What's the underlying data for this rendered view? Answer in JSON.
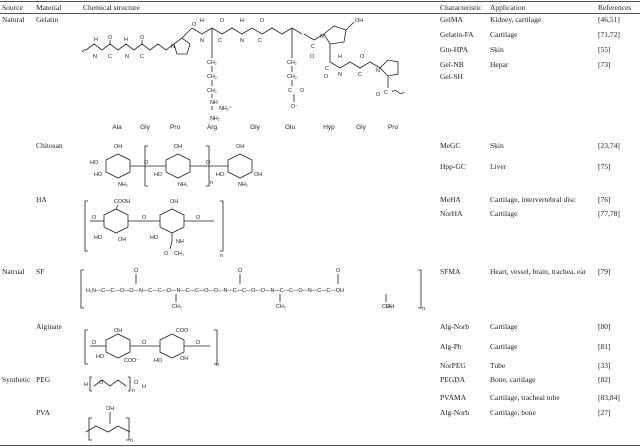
{
  "headers": {
    "source": "Source",
    "material": "Material",
    "structure": "Chemical structure",
    "characteristic": "Characteristic",
    "application": "Application",
    "references": "References"
  },
  "rows": [
    {
      "source": "Natural",
      "material": "Gelatin",
      "characteristics": [
        "GelMA",
        "Gelatin-FA",
        "Gtn-HPA",
        "Gel-NB",
        "Gel-SH"
      ],
      "applications": [
        "Kidney, cartilage",
        "Cartilage",
        "Skin",
        "Hepar",
        ""
      ],
      "references": [
        "[46,51]",
        "[71,72]",
        "[55]",
        "[73]",
        ""
      ]
    },
    {
      "source": "",
      "material": "Chitosan",
      "characteristics": [
        "MeGC",
        "Hpp-GC"
      ],
      "applications": [
        "Skin",
        "Liver"
      ],
      "references": [
        "[23,74]",
        "[75]"
      ]
    },
    {
      "source": "",
      "material": "HA",
      "characteristics": [
        "MeHA",
        "NorHA"
      ],
      "applications": [
        "Cartilage, intervertebral disc",
        "Cartilage"
      ],
      "references": [
        "[76]",
        "[77,78]"
      ]
    },
    {
      "source": "Natrual",
      "material": "SF",
      "characteristics": [
        "SFMA"
      ],
      "applications": [
        "Heart, vessel, brain, trachea, ear"
      ],
      "references": [
        "[79]"
      ]
    },
    {
      "source": "",
      "material": "Alginate",
      "characteristics": [
        "Alg-Norb",
        "Alg-Ph",
        "NorPEG"
      ],
      "applications": [
        "Cartilage",
        "Cartilage",
        "Tube"
      ],
      "references": [
        "[80]",
        "[81]",
        "[33]"
      ]
    },
    {
      "source": "Synthetic",
      "material": "PEG",
      "characteristics": [
        "PEGDA",
        "PVAMA"
      ],
      "applications": [
        "Bone, cartilage",
        "Cartilage, tracheal tube"
      ],
      "references": [
        "[82]",
        "[83,84]"
      ]
    },
    {
      "source": "",
      "material": "PVA",
      "characteristics": [
        "Alg-Norb"
      ],
      "applications": [
        "Cartilage, bone"
      ],
      "references": [
        "[27]"
      ]
    }
  ],
  "gelatin_residues": [
    "Ala",
    "Gly",
    "Pro",
    "Arg",
    "Gly",
    "Glu",
    "Hyp",
    "Gly",
    "Pro"
  ]
}
